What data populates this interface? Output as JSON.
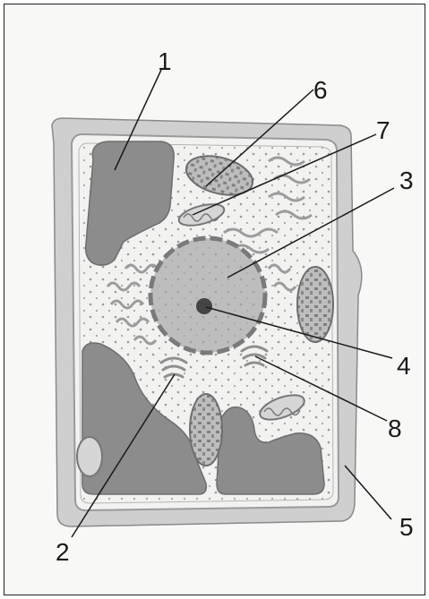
{
  "diagram": {
    "labels": [
      {
        "id": "1",
        "text": "1"
      },
      {
        "id": "2",
        "text": "2"
      },
      {
        "id": "3",
        "text": "3"
      },
      {
        "id": "4",
        "text": "4"
      },
      {
        "id": "5",
        "text": "5"
      },
      {
        "id": "6",
        "text": "6"
      },
      {
        "id": "7",
        "text": "7"
      },
      {
        "id": "8",
        "text": "8"
      }
    ],
    "colors": {
      "wall": "#cfcfcf",
      "cytoplasm": "#f3f3f1",
      "vacuole": "#8c8c8c",
      "organelle": "#a8a8a8",
      "line": "#1a1a1a"
    }
  }
}
